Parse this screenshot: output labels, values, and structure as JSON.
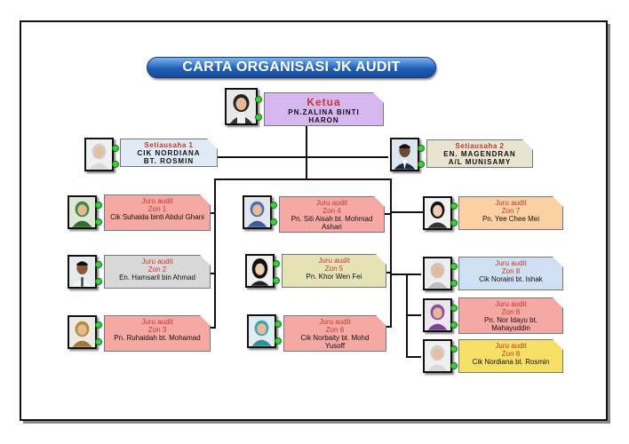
{
  "title": "CARTA ORGANISASI JK AUDIT",
  "ketua": {
    "role": "Ketua",
    "name": "PN.ZALINA BINTI HARON"
  },
  "setiausaha1": {
    "role": "Setiausaha 1",
    "name_line1": "CIK NORDIANA",
    "name_line2": "BT. ROSMIN"
  },
  "setiausaha2": {
    "role": "Setiausaha 2",
    "name_line1": "EN. MAGENDRAN",
    "name_line2": "A/L MUNISAMY"
  },
  "auditors": [
    {
      "role": "Juru audit",
      "zone": "Zon 1",
      "name": "Cik Suhaida binti Abdul Ghani"
    },
    {
      "role": "Juru audit",
      "zone": "Zon 2",
      "name": "En. Hamsaril bin Ahmad"
    },
    {
      "role": "Juru audit",
      "zone": "Zon 3",
      "name": "Pn. Ruhaidah bt. Mohamad"
    },
    {
      "role": "Juru audit",
      "zone": "Zon 4",
      "name": "Pn. Siti Aisah bt. Mohmad Ashari"
    },
    {
      "role": "Juru audit",
      "zone": "Zon 5",
      "name": "Pn. Khor Wen Fei"
    },
    {
      "role": "Juru audit",
      "zone": "Zon 6",
      "name": "Cik Norbaity bt. Mohd Yusoff"
    },
    {
      "role": "Juru audit",
      "zone": "Zon 7",
      "name": "Pn. Yee Chee Mei"
    },
    {
      "role": "Juru audit",
      "zone": "Zon 8",
      "name": "Cik Noraini bt. Ishak"
    },
    {
      "role": "Juru audit",
      "zone": "Zon 8",
      "name": "Pn. Nor Idayu bt. Mahayuddin"
    },
    {
      "role": "Juru audit",
      "zone": "Zon 8",
      "name": "Cik Nordiana bt. Rosmin"
    }
  ]
}
